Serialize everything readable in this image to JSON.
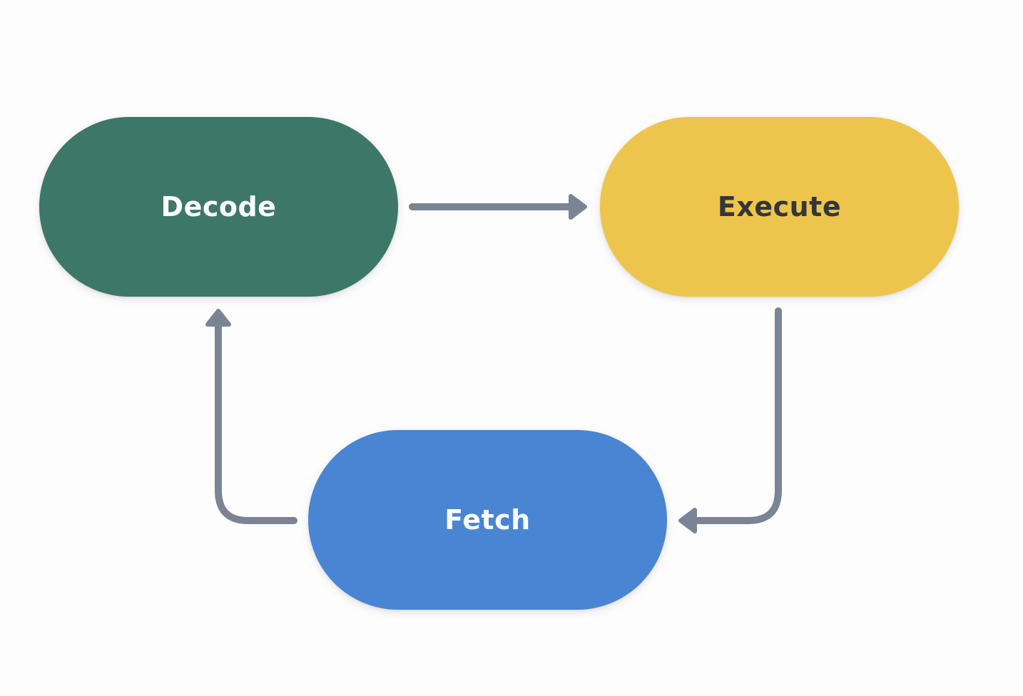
{
  "nodes": {
    "decode": {
      "label": "Decode",
      "fill": "#3d7768",
      "text_color": "#ffffff"
    },
    "execute": {
      "label": "Execute",
      "fill": "#edc54c",
      "text_color": "#33363a"
    },
    "fetch": {
      "label": "Fetch",
      "fill": "#4985d3",
      "text_color": "#ffffff"
    }
  },
  "edges": [
    {
      "from": "decode",
      "to": "execute"
    },
    {
      "from": "execute",
      "to": "fetch"
    },
    {
      "from": "fetch",
      "to": "decode"
    }
  ],
  "connector_color": "#7a8494"
}
